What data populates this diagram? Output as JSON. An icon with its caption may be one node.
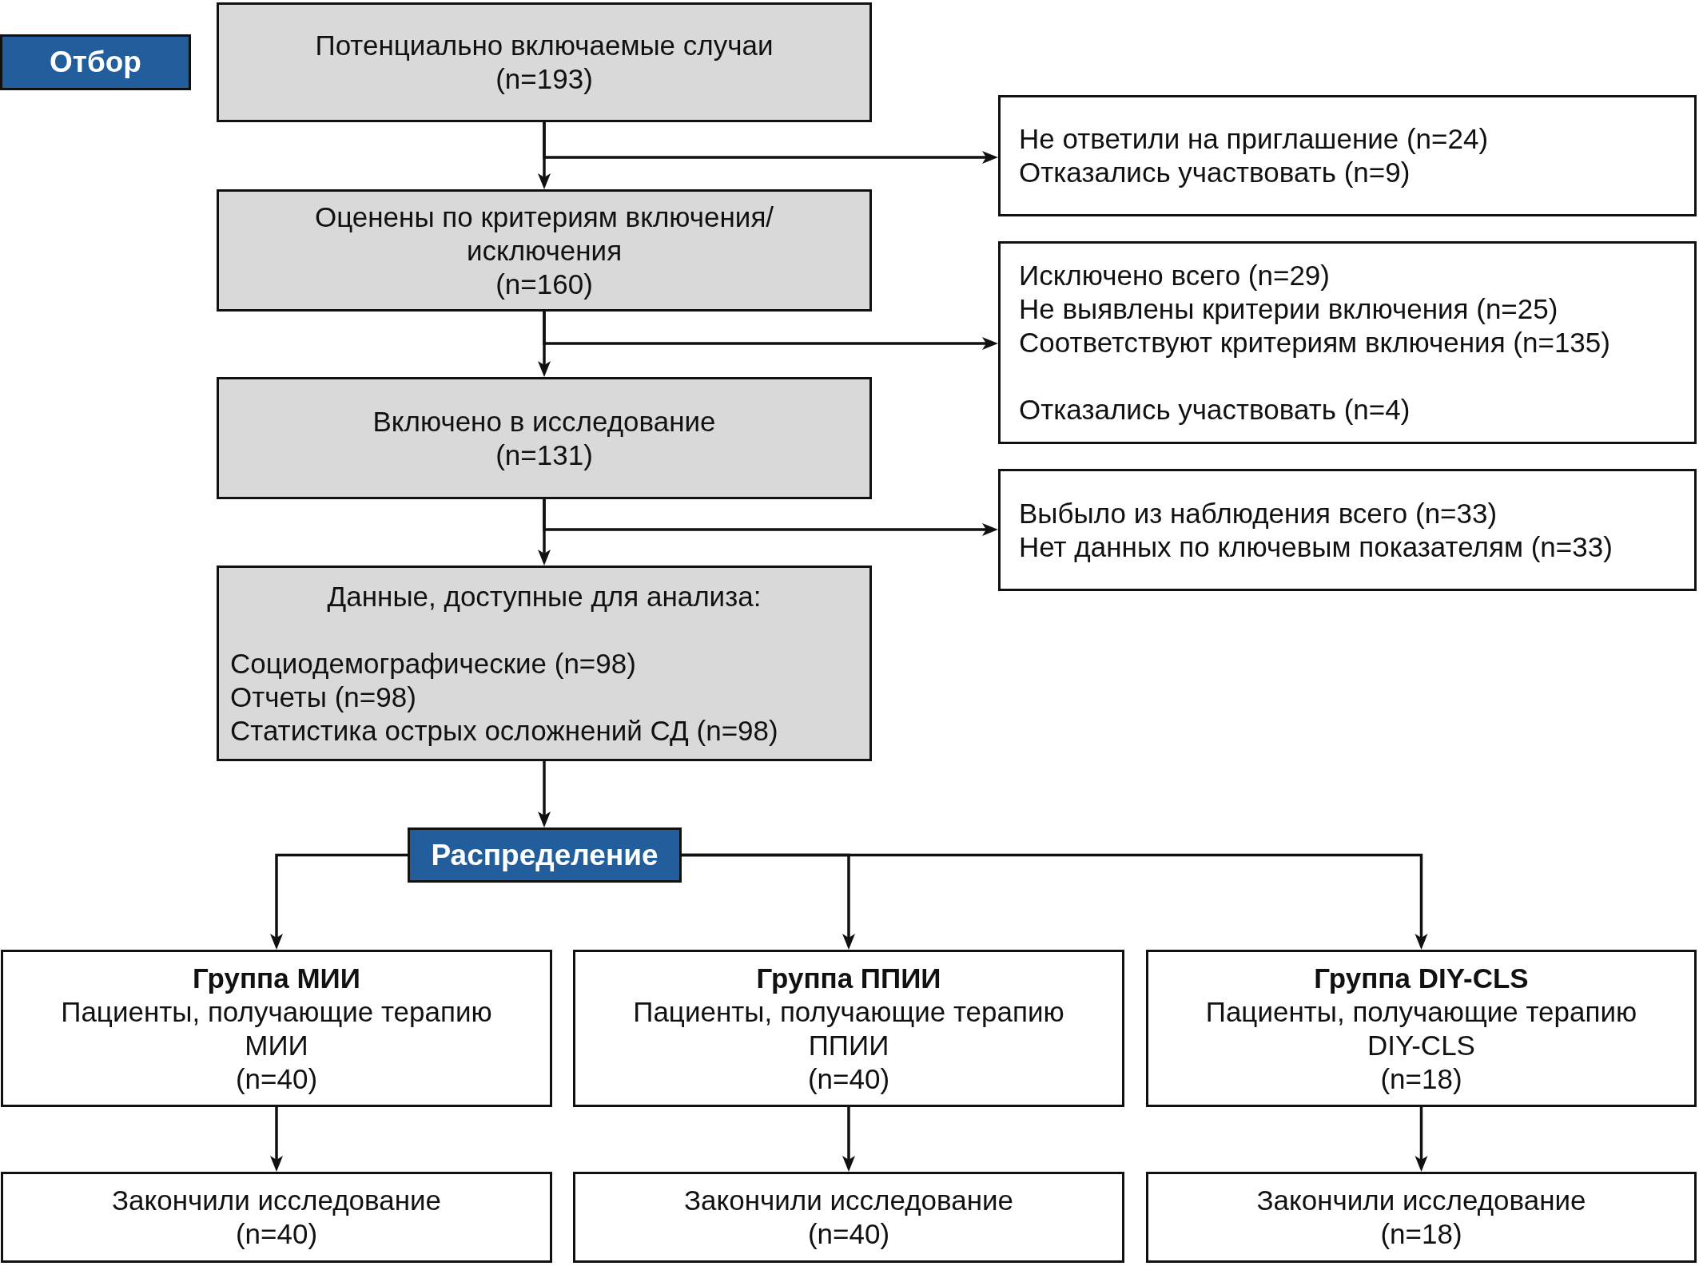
{
  "diagram": {
    "nodes": [
      {
        "text": [
          "Отбор"
        ]
      },
      {
        "text": [
          "Потенциально включаемые случаи",
          "(n=193)"
        ]
      },
      {
        "text": [
          "Не ответили на приглашение (n=24)",
          "Отказались участвовать (n=9)"
        ]
      },
      {
        "text": [
          "Оценены по критериям включения/ исключения",
          "(n=160)"
        ]
      },
      {
        "text": [
          "Исключено всего (n=29)",
          "Не выявлены критерии включения (n=25)",
          "Соответствуют критериям включения (n=135)",
          "Отказались участвовать (n=4)"
        ]
      },
      {
        "text": [
          "Включено в исследование",
          "(n=131)"
        ]
      },
      {
        "text": [
          "Выбыло из наблюдения всего (n=33)",
          "Нет данных по ключевым показателям (n=33)"
        ]
      },
      {
        "text": [
          "Данные, доступные для анализа:",
          "Социодемографические (n=98)",
          "Отчеты (n=98)",
          "Статистика острых осложнений СД (n=98)"
        ]
      },
      {
        "text": [
          "Распределение"
        ]
      },
      {
        "text": [
          "Группа МИИ",
          "Пациенты, получающие терапию МИИ",
          "(n=40)"
        ]
      },
      {
        "text": [
          "Группа ППИИ",
          "Пациенты, получающие терапию ППИИ",
          "(n=40)"
        ]
      },
      {
        "text": [
          "Группа DIY-CLS",
          "Пациенты, получающие терапию DIY-CLS",
          "(n=18)"
        ]
      },
      {
        "text": [
          "Закончили исследование",
          "(n=40)"
        ]
      },
      {
        "text": [
          "Закончили исследование",
          "(n=40)"
        ]
      },
      {
        "text": [
          "Закончили исследование",
          "(n=18)"
        ]
      }
    ],
    "edges": [
      {
        "from": 1,
        "to": 3,
        "arrow": "to"
      },
      {
        "from": 1,
        "to": 2,
        "arrow": "to"
      },
      {
        "from": 3,
        "to": 5,
        "arrow": "to"
      },
      {
        "from": 3,
        "to": 4,
        "arrow": "to"
      },
      {
        "from": 5,
        "to": 7,
        "arrow": "to"
      },
      {
        "from": 5,
        "to": 6,
        "arrow": "to"
      },
      {
        "from": 7,
        "to": 8,
        "arrow": "to"
      },
      {
        "from": 8,
        "to": 9,
        "arrow": "to"
      },
      {
        "from": 8,
        "to": 10,
        "arrow": "to"
      },
      {
        "from": 8,
        "to": 11,
        "arrow": "to"
      },
      {
        "from": 9,
        "to": 12,
        "arrow": "to"
      },
      {
        "from": 10,
        "to": 13,
        "arrow": "to"
      },
      {
        "from": 11,
        "to": 14,
        "arrow": "to"
      }
    ]
  }
}
